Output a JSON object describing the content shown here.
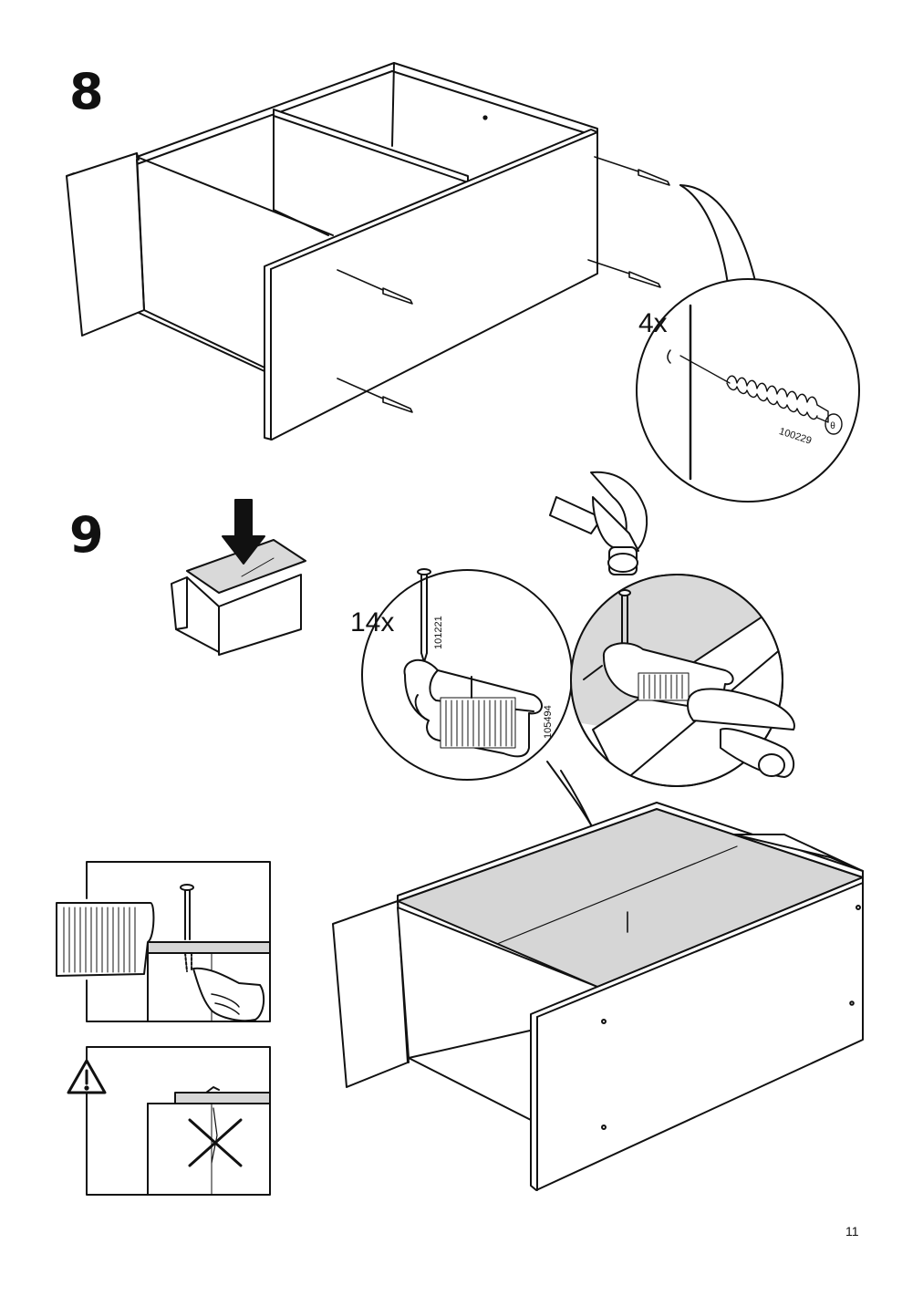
{
  "page": {
    "number": "11"
  },
  "steps": [
    {
      "number": "8",
      "quantity": "4x",
      "part_number": "100229"
    },
    {
      "number": "9",
      "quantity": "14x",
      "part_numbers": [
        "101221",
        "105494"
      ]
    }
  ],
  "icons": {
    "arrow": "down-arrow-icon",
    "warning": "warning-triangle-icon",
    "cross": "cross-mark-icon"
  },
  "colors": {
    "line": "#111111",
    "panel_fill": "#ffffff",
    "shade": "#d6d6d6",
    "arrow": "#111111"
  }
}
